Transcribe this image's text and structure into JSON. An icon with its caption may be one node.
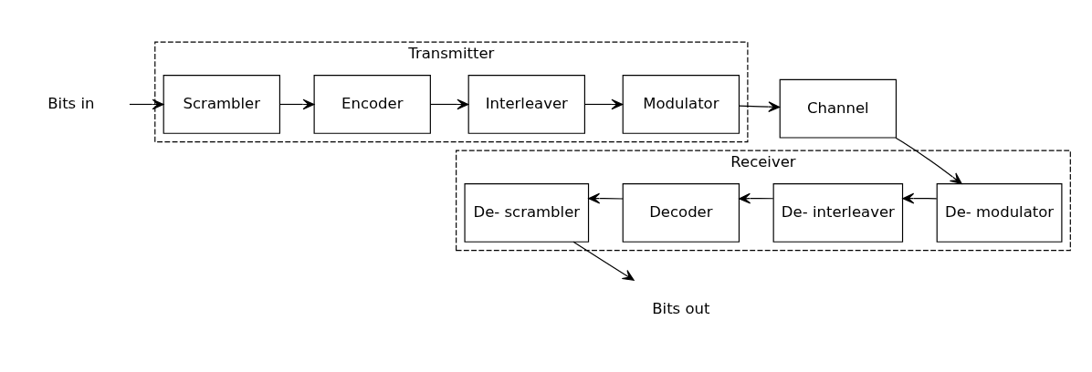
{
  "diagram": {
    "nodes": [
      {
        "text": [
          "Bits in"
        ]
      },
      {
        "text": [
          "Transmitter"
        ]
      },
      {
        "text": [
          "Scrambler"
        ],
        "in": 1
      },
      {
        "text": [
          "Encoder"
        ],
        "in": 1
      },
      {
        "text": [
          "Interleaver"
        ],
        "in": 1
      },
      {
        "text": [
          "Modulator"
        ],
        "in": 1
      },
      {
        "text": [
          "Channel"
        ]
      },
      {
        "text": [
          "Receiver"
        ]
      },
      {
        "text": [
          "De- scrambler"
        ],
        "in": 7
      },
      {
        "text": [
          "Decoder"
        ],
        "in": 7
      },
      {
        "text": [
          "De- interleaver"
        ],
        "in": 7
      },
      {
        "text": [
          "De- modulator"
        ],
        "in": 7
      },
      {
        "text": [
          "Bits out"
        ]
      }
    ],
    "edges": [
      {
        "from": 0,
        "to": 2,
        "arrow": "to"
      },
      {
        "from": 2,
        "to": 3,
        "arrow": "to"
      },
      {
        "from": 3,
        "to": 4,
        "arrow": "to"
      },
      {
        "from": 4,
        "to": 5,
        "arrow": "to"
      },
      {
        "from": 5,
        "to": 6,
        "arrow": "to"
      },
      {
        "from": 6,
        "to": 11,
        "arrow": "to"
      },
      {
        "from": 11,
        "to": 10,
        "arrow": "to"
      },
      {
        "from": 10,
        "to": 9,
        "arrow": "to"
      },
      {
        "from": 9,
        "to": 8,
        "arrow": "to"
      },
      {
        "from": 8,
        "to": 12,
        "arrow": "to"
      }
    ]
  }
}
